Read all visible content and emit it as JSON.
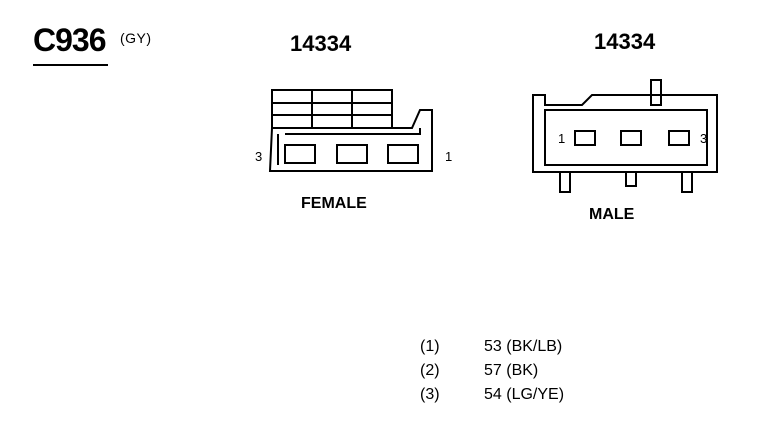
{
  "connector": {
    "id": "C936",
    "color_code": "(GY)"
  },
  "female_view": {
    "part_number": "14334",
    "label": "FEMALE",
    "pin_left": "3",
    "pin_right": "1"
  },
  "male_view": {
    "part_number": "14334",
    "label": "MALE",
    "pin_left": "1",
    "pin_right": "3"
  },
  "pinout": [
    {
      "pin": "(1)",
      "circuit": "53 (BK/LB)"
    },
    {
      "pin": "(2)",
      "circuit": "57 (BK)"
    },
    {
      "pin": "(3)",
      "circuit": "54 (LG/YE)"
    }
  ]
}
